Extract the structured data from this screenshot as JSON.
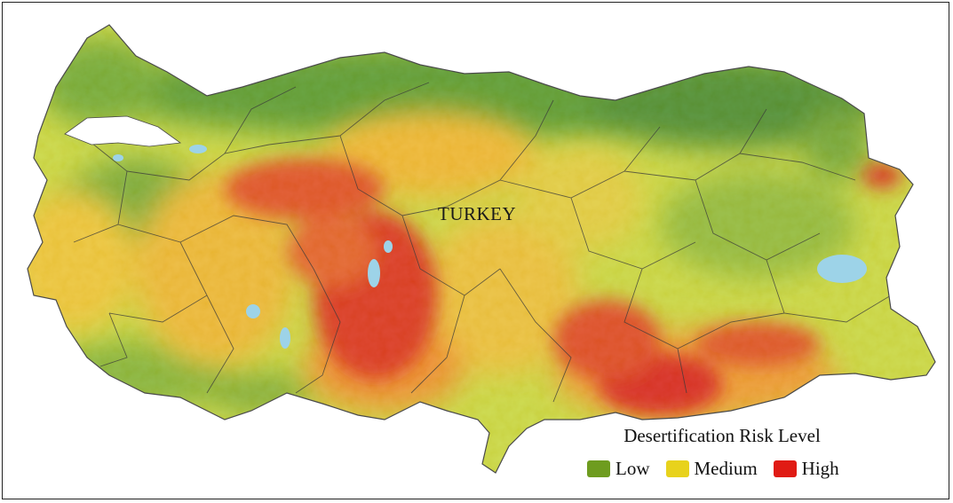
{
  "map": {
    "country_label": "TURKEY",
    "legend": {
      "title": "Desertification Risk Level",
      "items": [
        {
          "label": "Low",
          "color": "#6e9c1f"
        },
        {
          "label": "Medium",
          "color": "#e8d21c"
        },
        {
          "label": "High",
          "color": "#e01b14"
        }
      ]
    },
    "colors": {
      "low_dark": "#3f8a2a",
      "low": "#8dbb2e",
      "medium_light": "#d7df3a",
      "medium": "#f0c733",
      "medium_high": "#f0912a",
      "high": "#dc2a18",
      "water": "#9dd3e8",
      "border": "#3a3a3a"
    }
  }
}
